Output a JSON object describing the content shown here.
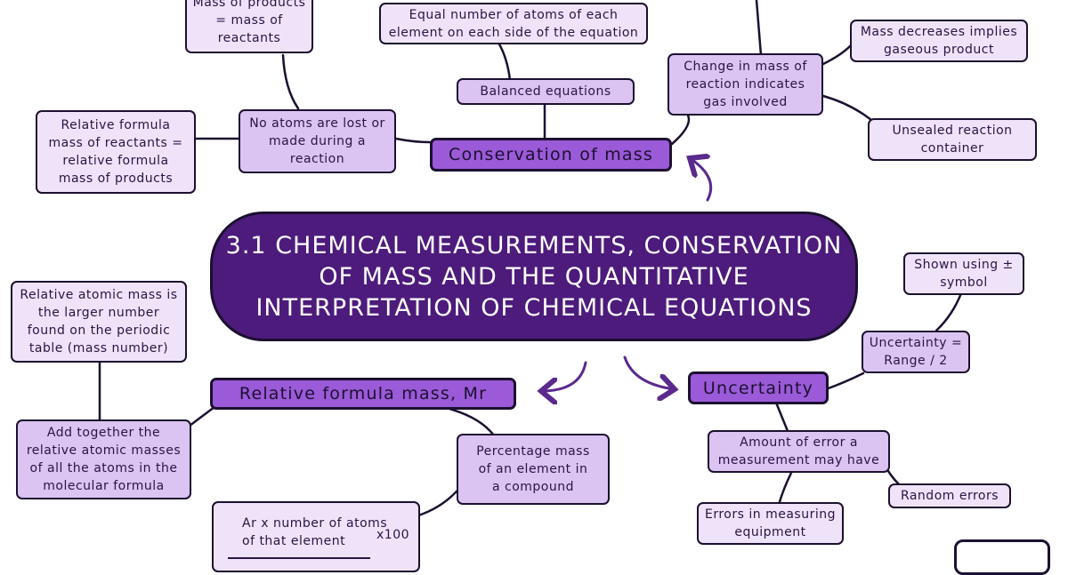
{
  "title": "3.1 CHEMICAL MEASUREMENTS, CONSERVATION\nOF MASS AND THE QUANTITATIVE\nINTERPRETATION OF CHEMICAL EQUATIONS",
  "conservation": {
    "heading": "Conservation of mass",
    "balanced": "Balanced equations",
    "equal_atoms": "Equal number of atoms of each\nelement on each side of the equation",
    "no_atoms_lost": "No atoms are lost or\nmade during a\nreaction",
    "mass_products": "Mass of products\n= mass of\nreactants",
    "rfm_reactants": "Relative formula\nmass of reactants =\nrelative formula\nmass of products",
    "change_mass": "Change in mass of\nreaction indicates\ngas involved",
    "mass_decreases": "Mass decreases implies\ngaseous product",
    "unsealed": "Unsealed reaction\ncontainer"
  },
  "rfm": {
    "heading": "Relative formula mass, Mr",
    "ram": "Relative atomic mass is\nthe larger number\nfound on the periodic\ntable (mass number)",
    "add_together": "Add together the\nrelative atomic masses\nof all the atoms in the\nmolecular formula",
    "percentage": "Percentage mass\nof an element in\na compound",
    "formula_numerator": "Ar x number of atoms\nof that element",
    "formula_multiplier": "x100"
  },
  "uncertainty": {
    "heading": "Uncertainty",
    "shown_using": "Shown using ±\nsymbol",
    "range": "Uncertainty =\nRange / 2",
    "amount_error": "Amount of error a\nmeasurement may have",
    "random_errors": "Random errors",
    "equipment_errors": "Errors in measuring\nequipment"
  },
  "colors": {
    "title_fill": "#4d1b7c",
    "heading_fill": "#9b5ad8",
    "mid_fill": "#dcc4f2",
    "leaf_fill": "#efe3f9",
    "outline": "#1c1030"
  }
}
